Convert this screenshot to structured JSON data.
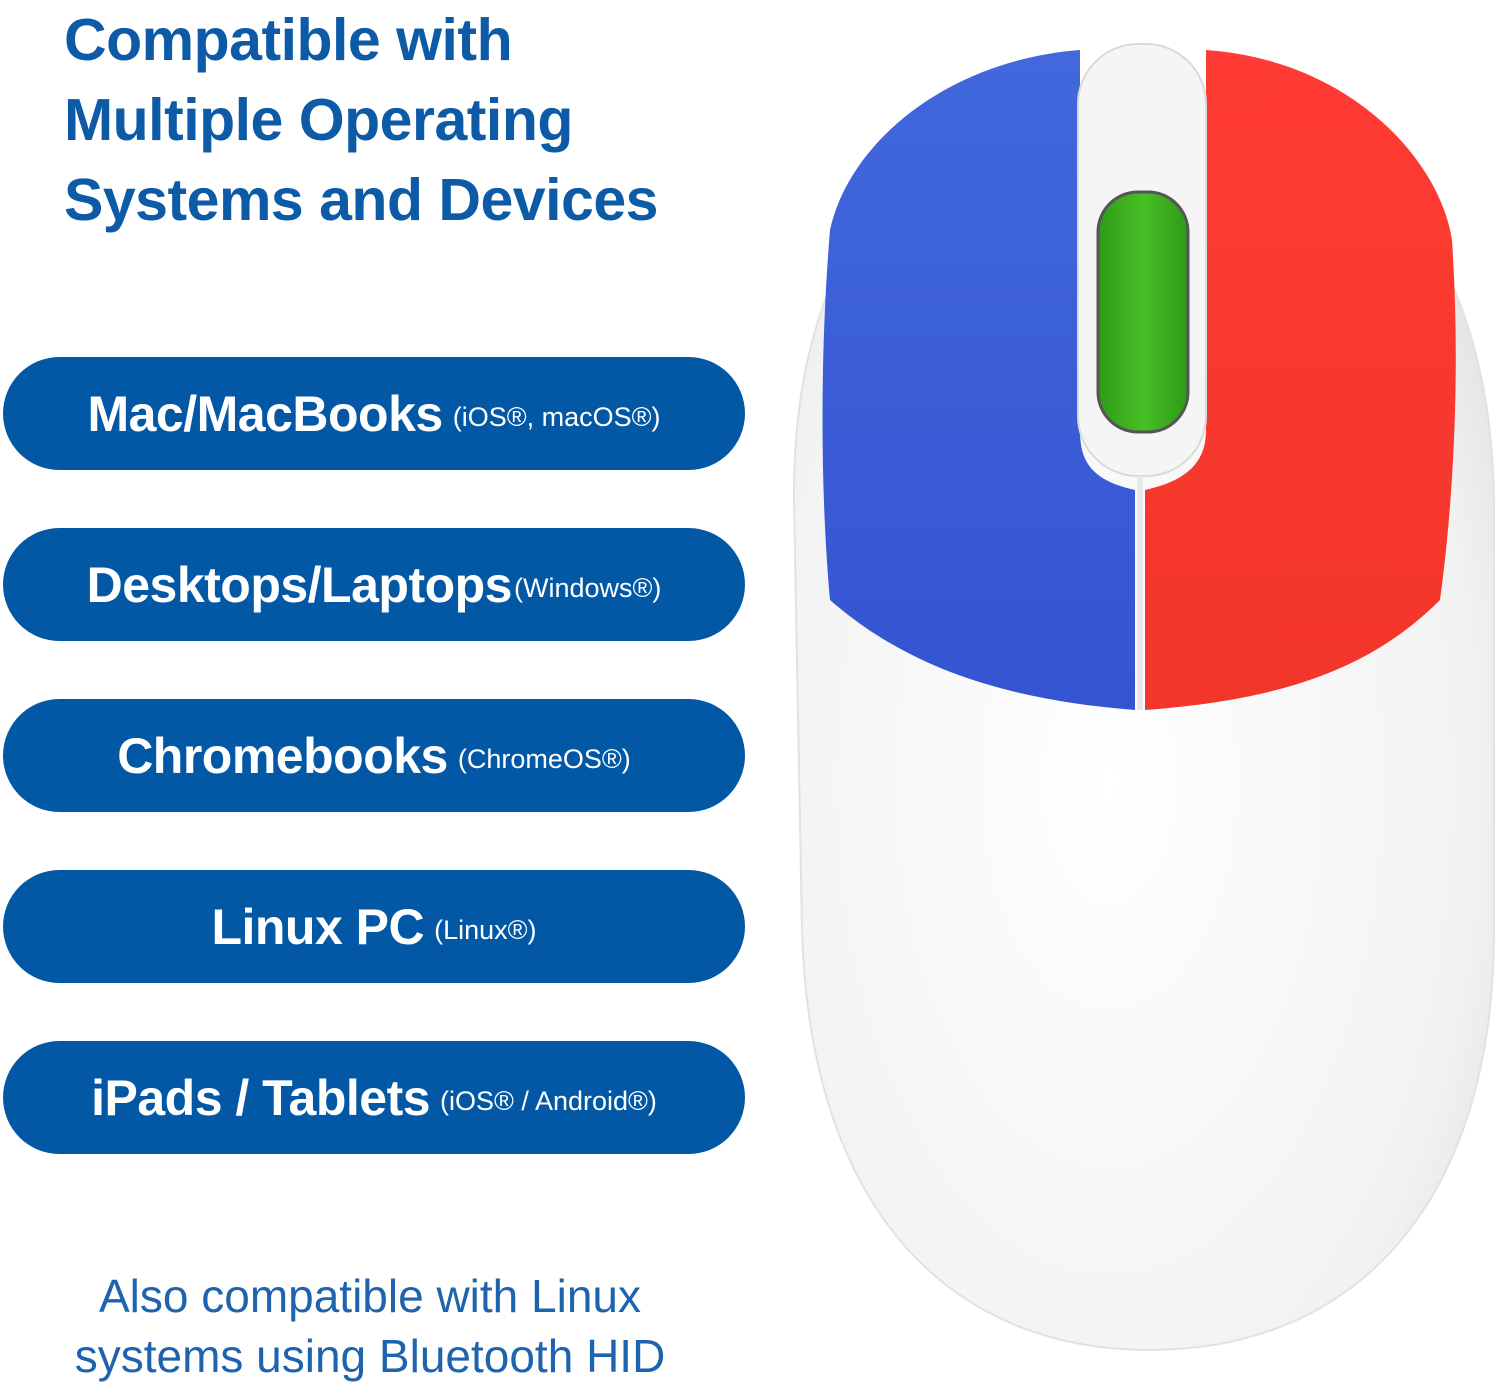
{
  "headline": [
    "Compatible with",
    "Multiple Operating",
    "Systems and Devices"
  ],
  "devices": [
    {
      "name": "Mac/MacBooks",
      "os": "(iOS®, macOS®)"
    },
    {
      "name": "Desktops/Laptops",
      "os": "(Windows®)"
    },
    {
      "name": "Chromebooks",
      "os": "(ChromeOS®)"
    },
    {
      "name": "Linux PC",
      "os": "(Linux®)"
    },
    {
      "name": "iPads / Tablets",
      "os": "(iOS® / Android®)"
    }
  ],
  "footer": [
    "Also compatible with Linux",
    "systems using Bluetooth HID"
  ],
  "colors": {
    "brand_blue": "#0358a6",
    "mouse_left_button": "#3a5fd8",
    "mouse_right_button": "#ff3a30",
    "mouse_scroll_wheel": "#3fb31f",
    "mouse_body": "#f4f4f4"
  }
}
